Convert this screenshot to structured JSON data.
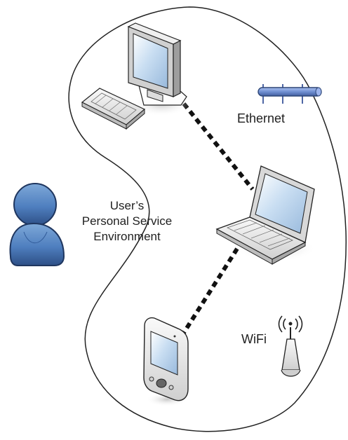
{
  "diagram": {
    "user_label_lines": [
      "User’s",
      "Personal Service",
      "Environment"
    ],
    "ethernet_label": "Ethernet",
    "wifi_label": "WiFi"
  },
  "colors": {
    "outline": "#222222",
    "user_blue": "#4f7fbf",
    "user_dark": "#2d4f86",
    "screen_blue": "#b8d3ec",
    "device_gray": "#d7d7d7",
    "device_light": "#f3f3f3",
    "ethernet_blue": "#6f8fd2",
    "dash": "#111111"
  }
}
